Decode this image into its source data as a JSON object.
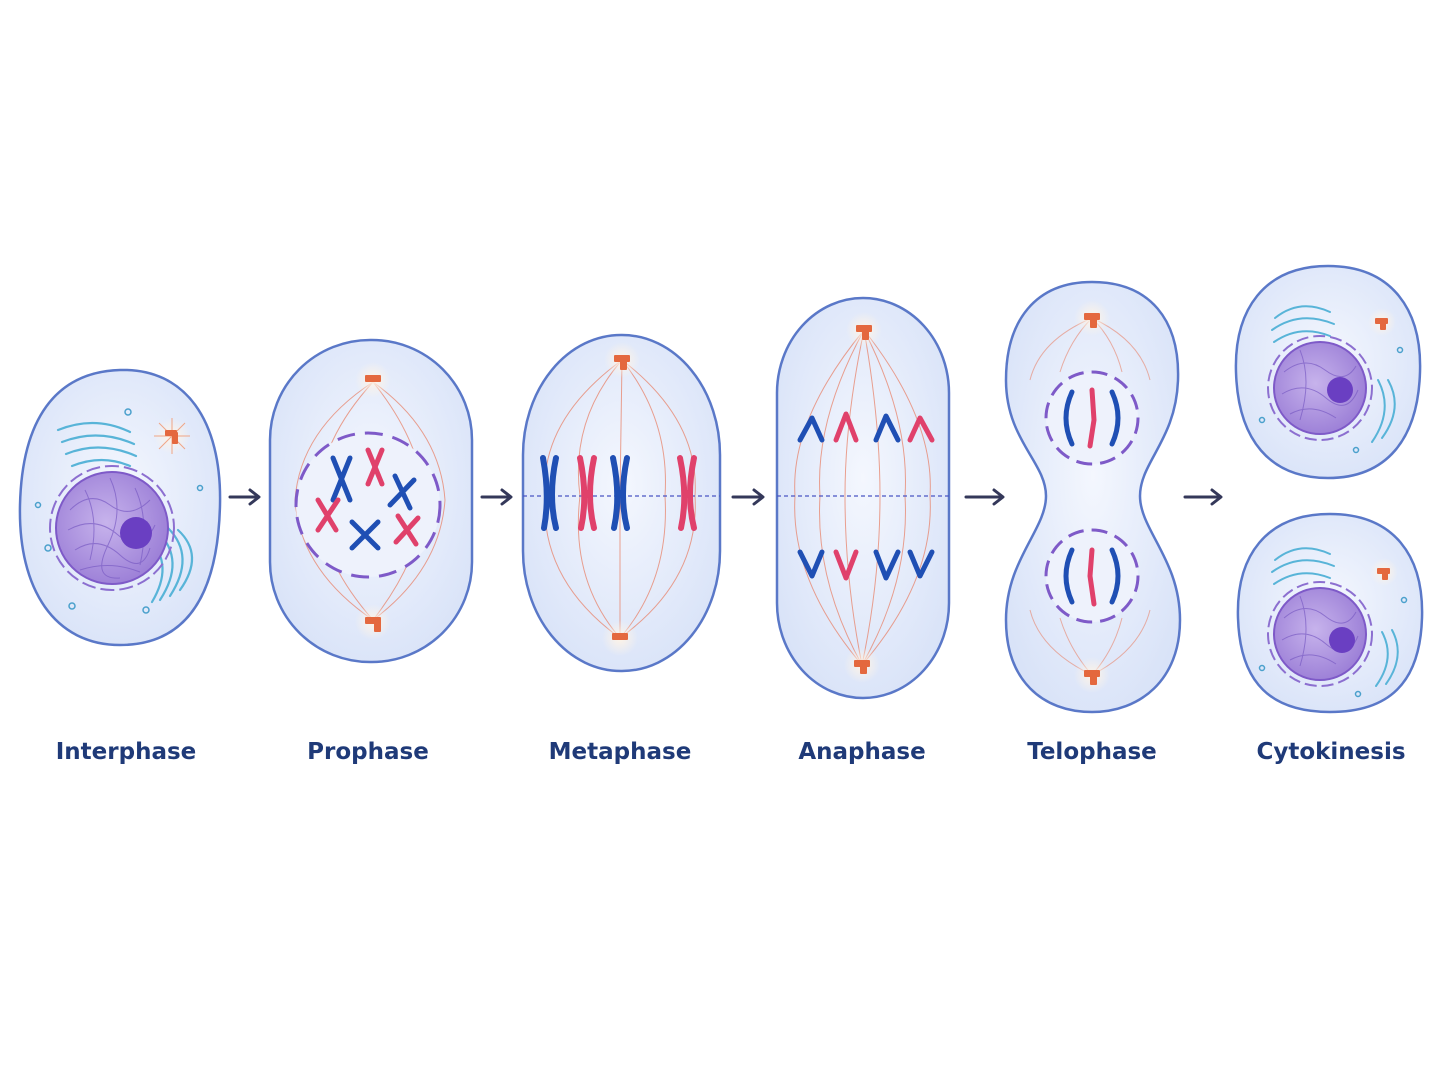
{
  "stages": [
    {
      "id": "interphase",
      "label": "Interphase"
    },
    {
      "id": "prophase",
      "label": "Prophase"
    },
    {
      "id": "metaphase",
      "label": "Metaphase"
    },
    {
      "id": "anaphase",
      "label": "Anaphase"
    },
    {
      "id": "telophase",
      "label": "Telophase"
    },
    {
      "id": "cytokinesis",
      "label": "Cytokinesis"
    }
  ],
  "colors": {
    "membrane": "#5a78c8",
    "cytoplasm": "#e6edfb",
    "nucleus": "#a68ad8",
    "nucleolus": "#6a3fc2",
    "nuclear_envelope": "#7e5ac8",
    "chromosome_blue": "#1f4fb4",
    "chromosome_pink": "#e0416b",
    "spindle": "#e8836a",
    "centrosome": "#e4683e",
    "er": "#58b4d8",
    "arrow": "#34385a",
    "label": "#1f3a78"
  }
}
